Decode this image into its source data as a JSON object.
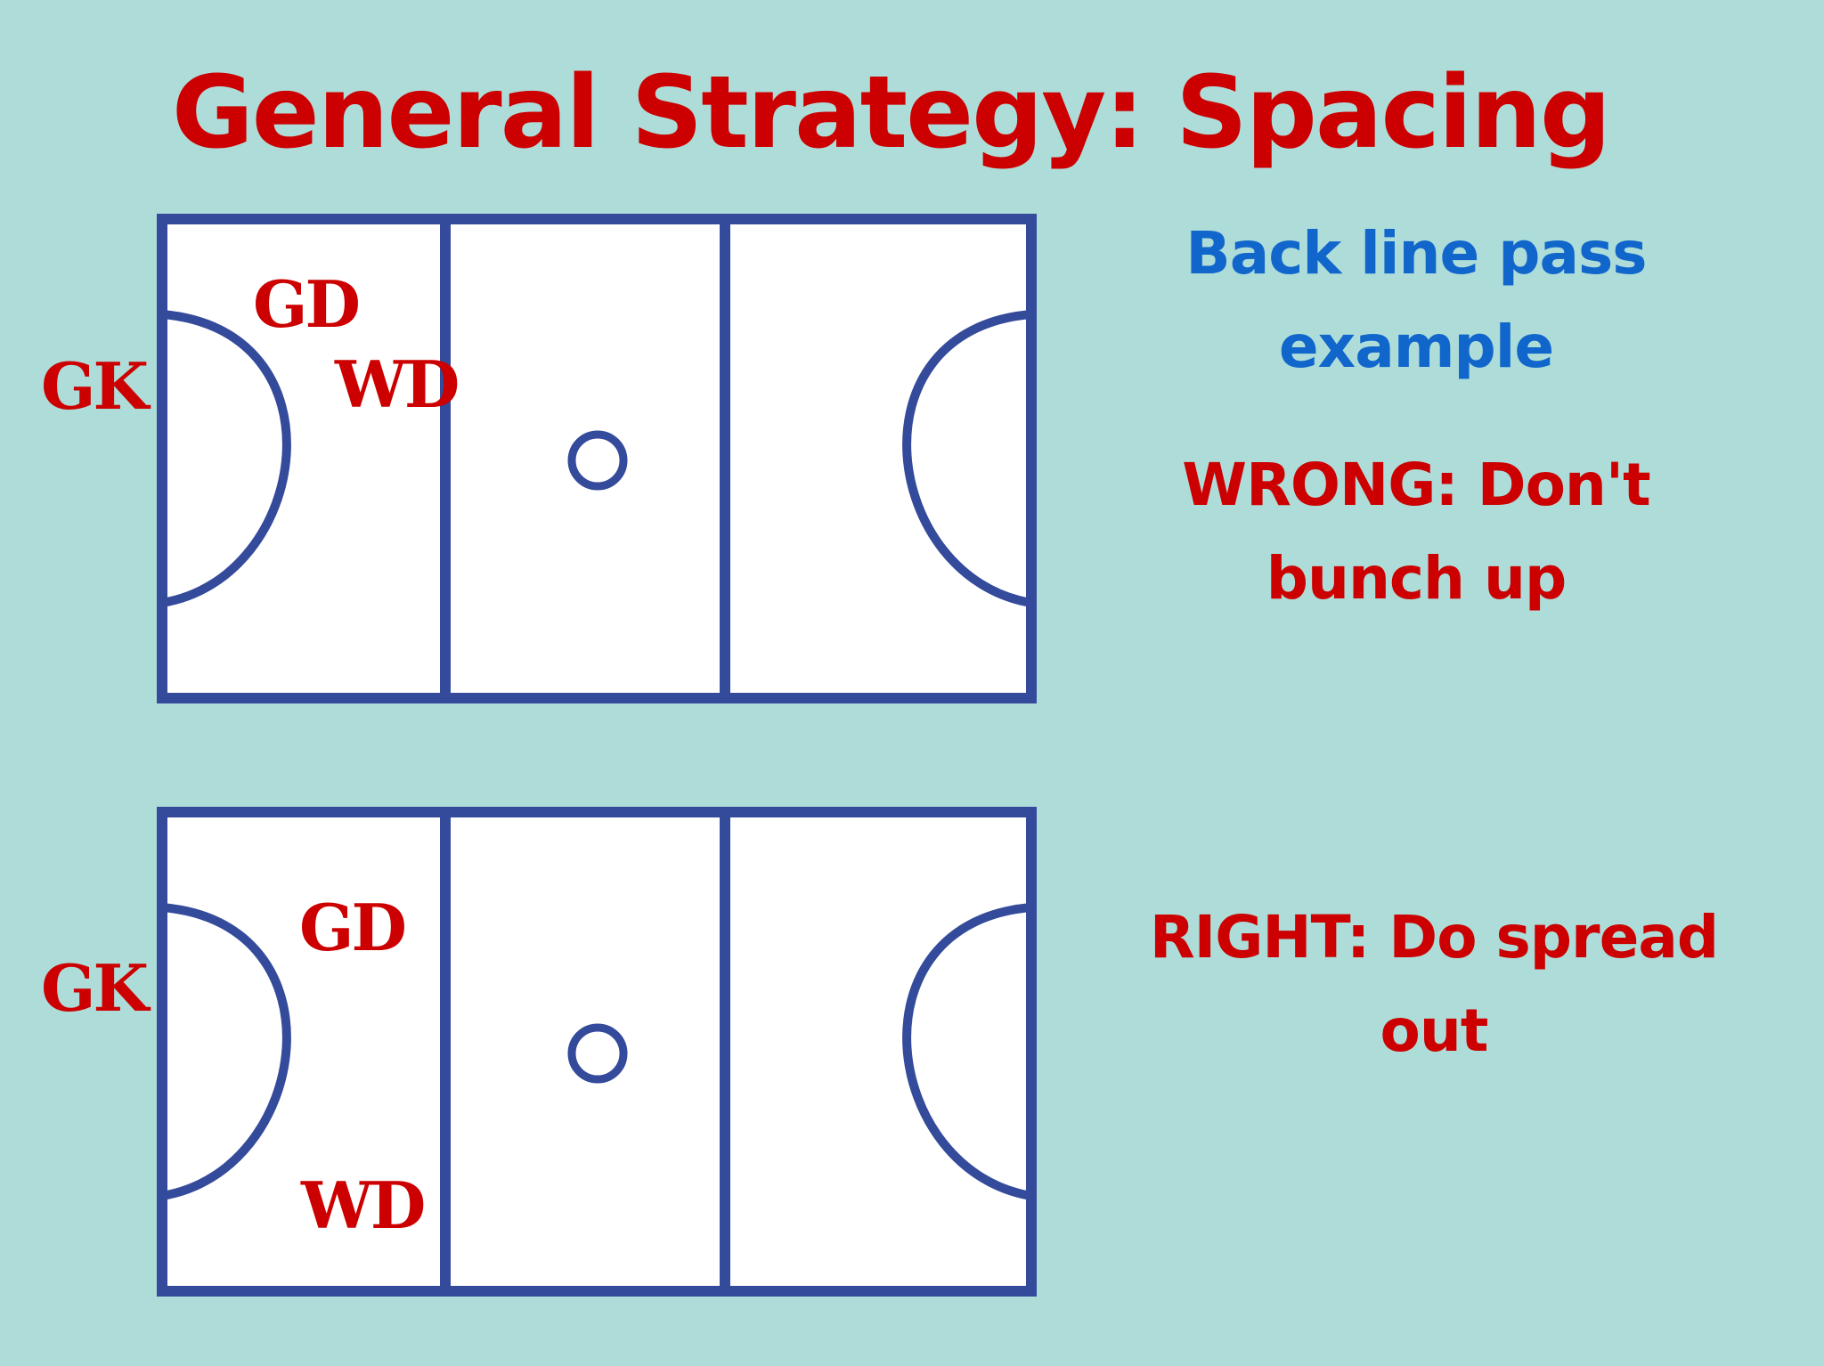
{
  "colors": {
    "background": "#aeddd9",
    "court_fill": "#ffffff",
    "court_line": "#344a9a",
    "red": "#cc0000",
    "blue": "#1166cc"
  },
  "title": "General Strategy: Spacing",
  "courts": [
    {
      "labels": {
        "gk": "GK",
        "gd": "GD",
        "wd": "WD"
      }
    },
    {
      "labels": {
        "gk": "GK",
        "gd": "GD",
        "wd": "WD"
      }
    }
  ],
  "captions": {
    "example_line1": "Back line pass",
    "example_line2": "example",
    "wrong_line1": "WRONG: Don't",
    "wrong_line2": "bunch up",
    "right_line1": "RIGHT: Do spread",
    "right_line2": "out"
  }
}
